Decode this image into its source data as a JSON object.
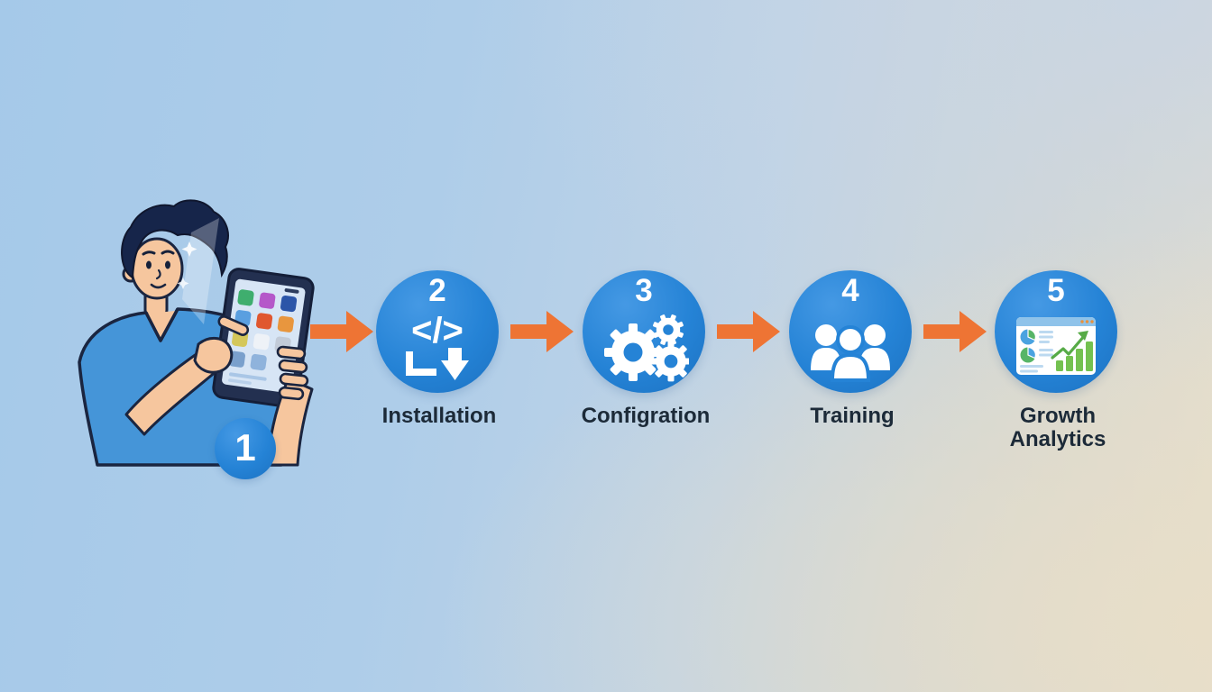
{
  "steps": [
    {
      "number": "1",
      "label": ""
    },
    {
      "number": "2",
      "label": "Installation",
      "icon": "code-install-icon",
      "icon_glyph": "</>"
    },
    {
      "number": "3",
      "label": "Configration",
      "icon": "gears-icon"
    },
    {
      "number": "4",
      "label": "Training",
      "icon": "people-icon"
    },
    {
      "number": "5",
      "label": "Growth Analytics",
      "icon": "analytics-dashboard-icon"
    }
  ],
  "colors": {
    "circle_blue": "#2583d6",
    "circle_blue_light": "#4599e4",
    "circle_blue_dark": "#1c72c2",
    "arrow_orange": "#ee7434",
    "label_text": "#1c2a38",
    "icon_white": "#ffffff",
    "bar_green": "#74c150",
    "pie_blue": "#4aa3e0",
    "background_blue": "#a5c9e9",
    "background_beige": "#e5decd",
    "shirt_blue": "#4595d8",
    "skin": "#f6c69e",
    "hair_navy": "#16254a"
  }
}
